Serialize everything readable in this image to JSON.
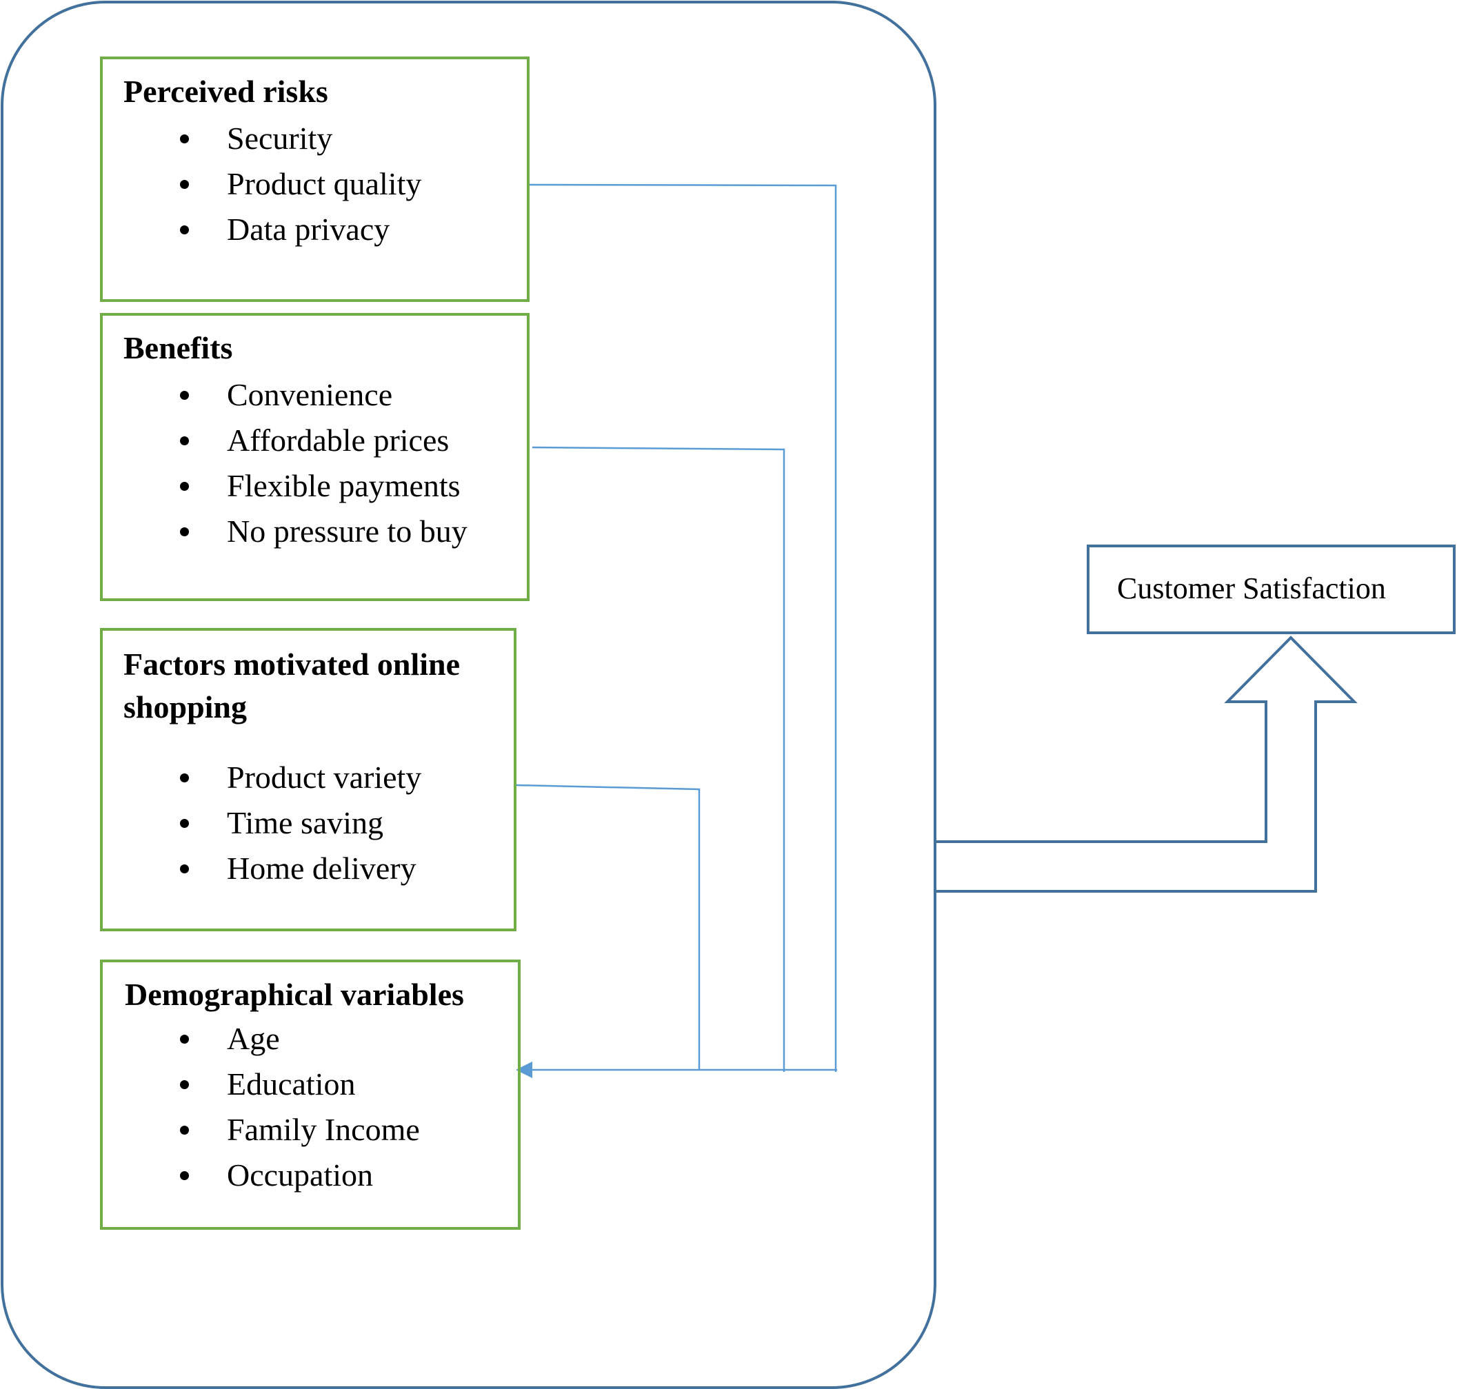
{
  "colors": {
    "container_border": "#41719c",
    "factor_box_border": "#70ad47",
    "connector_line": "#5b9bd5",
    "big_arrow_outline": "#41719c"
  },
  "factor_boxes": [
    {
      "title": "Perceived risks",
      "items": [
        "Security",
        "Product quality",
        "Data privacy"
      ]
    },
    {
      "title": "Benefits",
      "items": [
        "Convenience",
        "Affordable prices",
        "Flexible payments",
        "No pressure to buy"
      ]
    },
    {
      "title": "Factors motivated online shopping",
      "items": [
        "Product variety",
        "Time saving",
        "Home delivery"
      ]
    },
    {
      "title": "Demographical variables",
      "items": [
        "Age",
        "Education",
        "Family Income",
        "Occupation"
      ]
    }
  ],
  "outcome": {
    "label": "Customer Satisfaction"
  }
}
